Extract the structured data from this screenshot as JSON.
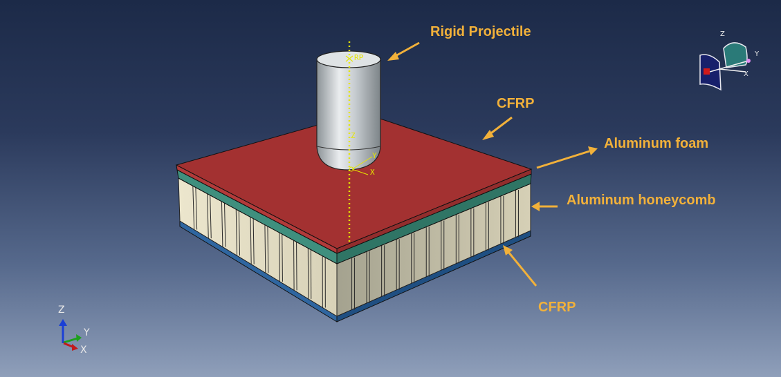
{
  "labels": {
    "projectile": "Rigid Projectile",
    "cfrp_top": "CFRP",
    "foam": "Aluminum foam",
    "honeycomb": "Aluminum honeycomb",
    "cfrp_bottom": "CFRP"
  },
  "triad": {
    "z": "Z",
    "y": "Y",
    "x": "X"
  },
  "view_cube": {
    "z": "Z",
    "y": "Y",
    "x": "X"
  },
  "projectile_axes": {
    "rp": "RP",
    "z": "Z",
    "y": "Y",
    "x": "X"
  },
  "colors": {
    "label": "#f2b13a",
    "cfrp_top": "#a33131",
    "foam": "#3a8a7a",
    "honeycomb": "#ece6cd",
    "cfrp_bottom": "#25578c",
    "projectile": "#c8cdd0",
    "axis_marker": "#e6e600"
  }
}
